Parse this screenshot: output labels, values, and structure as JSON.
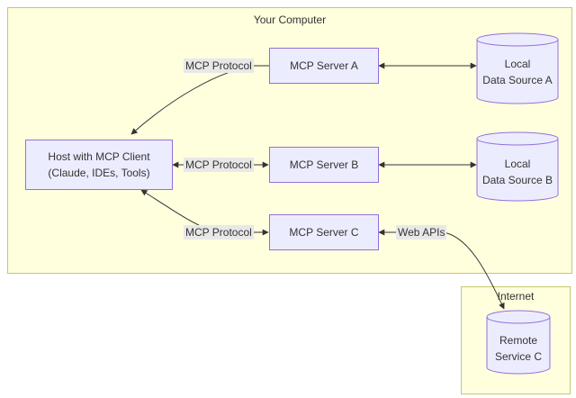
{
  "regions": {
    "your_computer": "Your Computer",
    "internet": "Internet"
  },
  "nodes": {
    "host": {
      "line1": "Host with MCP Client",
      "line2": "(Claude, IDEs, Tools)"
    },
    "server_a": "MCP Server A",
    "server_b": "MCP Server B",
    "server_c": "MCP Server C"
  },
  "datastores": {
    "source_a": {
      "line1": "Local",
      "line2": "Data Source A"
    },
    "source_b": {
      "line1": "Local",
      "line2": "Data Source B"
    },
    "remote_c": {
      "line1": "Remote",
      "line2": "Service C"
    }
  },
  "edges": {
    "protocol_a": "MCP Protocol",
    "protocol_b": "MCP Protocol",
    "protocol_c": "MCP Protocol",
    "web_apis": "Web APIs"
  },
  "colors": {
    "region_fill": "#ffffde",
    "region_border": "#c6c86a",
    "node_fill": "#ececff",
    "node_border": "#9370db",
    "edge": "#333333",
    "label_bg": "#e8e8e8"
  }
}
